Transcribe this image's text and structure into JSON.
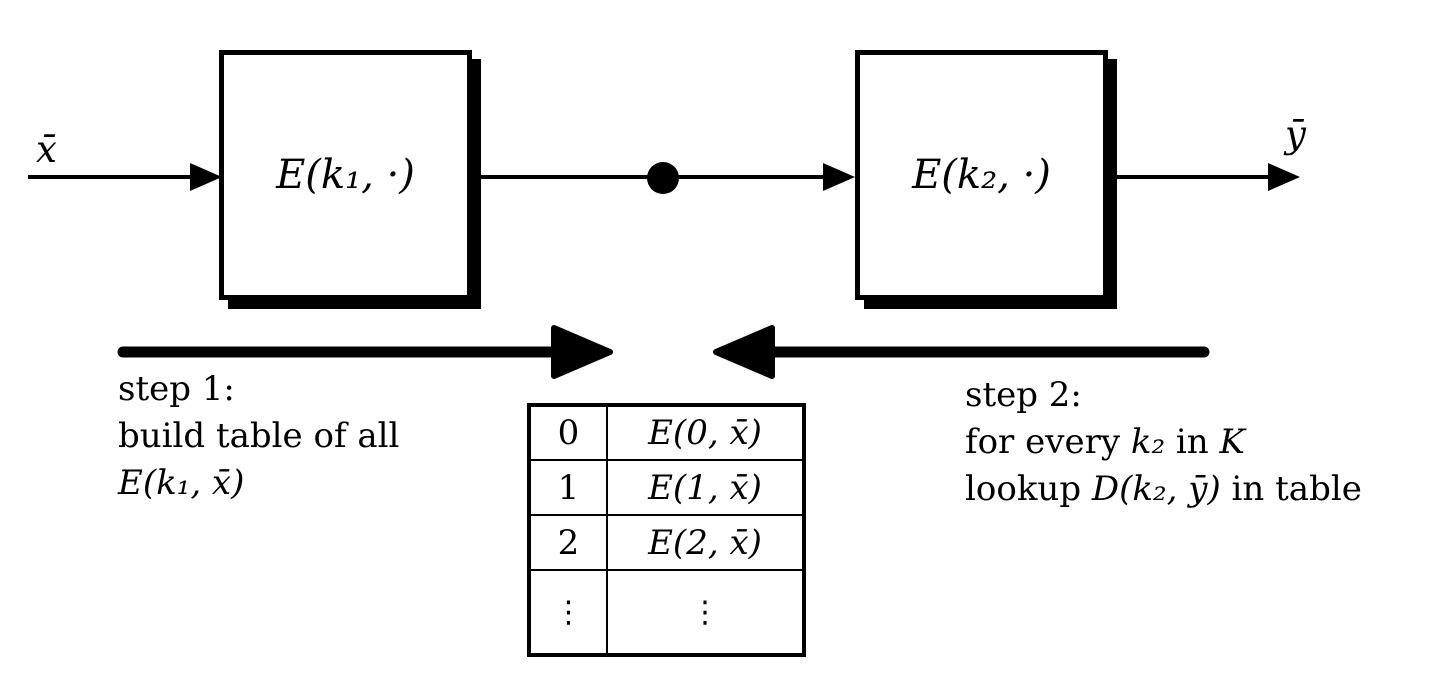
{
  "colors": {
    "ink": "#000000",
    "paper": "#ffffff"
  },
  "io": {
    "input_label": "x̄",
    "output_label": "ȳ"
  },
  "boxes": [
    {
      "label": "E(k₁, ·)"
    },
    {
      "label": "E(k₂, ·)"
    }
  ],
  "icons": {
    "junction_dot": "filled-circle",
    "flow_arrows": "right-arrowheads",
    "step1_arrow": "thick-right-arrow",
    "step2_arrow": "thick-left-arrow"
  },
  "step1": {
    "line1": "step 1:",
    "line2": "build table of all",
    "line3_math": "E(k₁, x̄)"
  },
  "step2": {
    "line1": "step 2:",
    "line2_pre": "for every ",
    "line2_math": "k₂",
    "line2_mid": " in ",
    "line2_keyspace": "K",
    "line3_pre": "lookup ",
    "line3_math": "D(k₂, ȳ)",
    "line3_post": " in table"
  },
  "table": {
    "rows": [
      {
        "key": "0",
        "value": "E(0, x̄)"
      },
      {
        "key": "1",
        "value": "E(1, x̄)"
      },
      {
        "key": "2",
        "value": "E(2, x̄)"
      },
      {
        "key": "⋮",
        "value": "⋮"
      }
    ]
  }
}
